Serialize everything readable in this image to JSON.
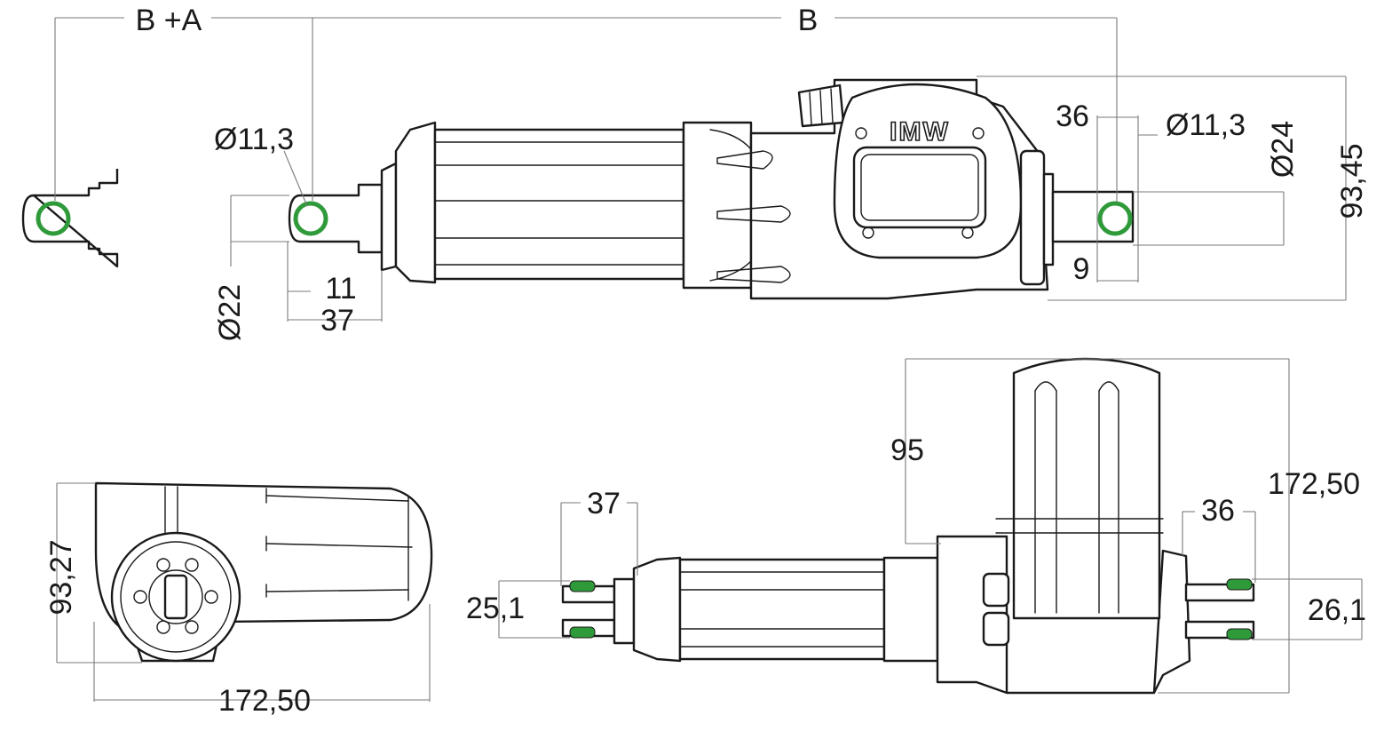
{
  "brand": {
    "logo": "IMW"
  },
  "dimensions": {
    "stroke_total": "B +A",
    "stroke_base": "B",
    "hole_left": "Ø11,3",
    "hole_right": "Ø11,3",
    "rod_diameter": "Ø22",
    "body_diameter": "Ø24",
    "height_side": "93,45",
    "left_eye_offset": "11",
    "left_eye_length": "37",
    "right_eye_length": "36",
    "right_eye_offset": "9",
    "end_view_height": "93,27",
    "end_view_length": "172,50",
    "top_view_motor": "95",
    "top_view_total": "172,50",
    "top_left_length": "37",
    "top_left_width": "25,1",
    "top_right_length": "36",
    "top_right_width": "26,1"
  }
}
